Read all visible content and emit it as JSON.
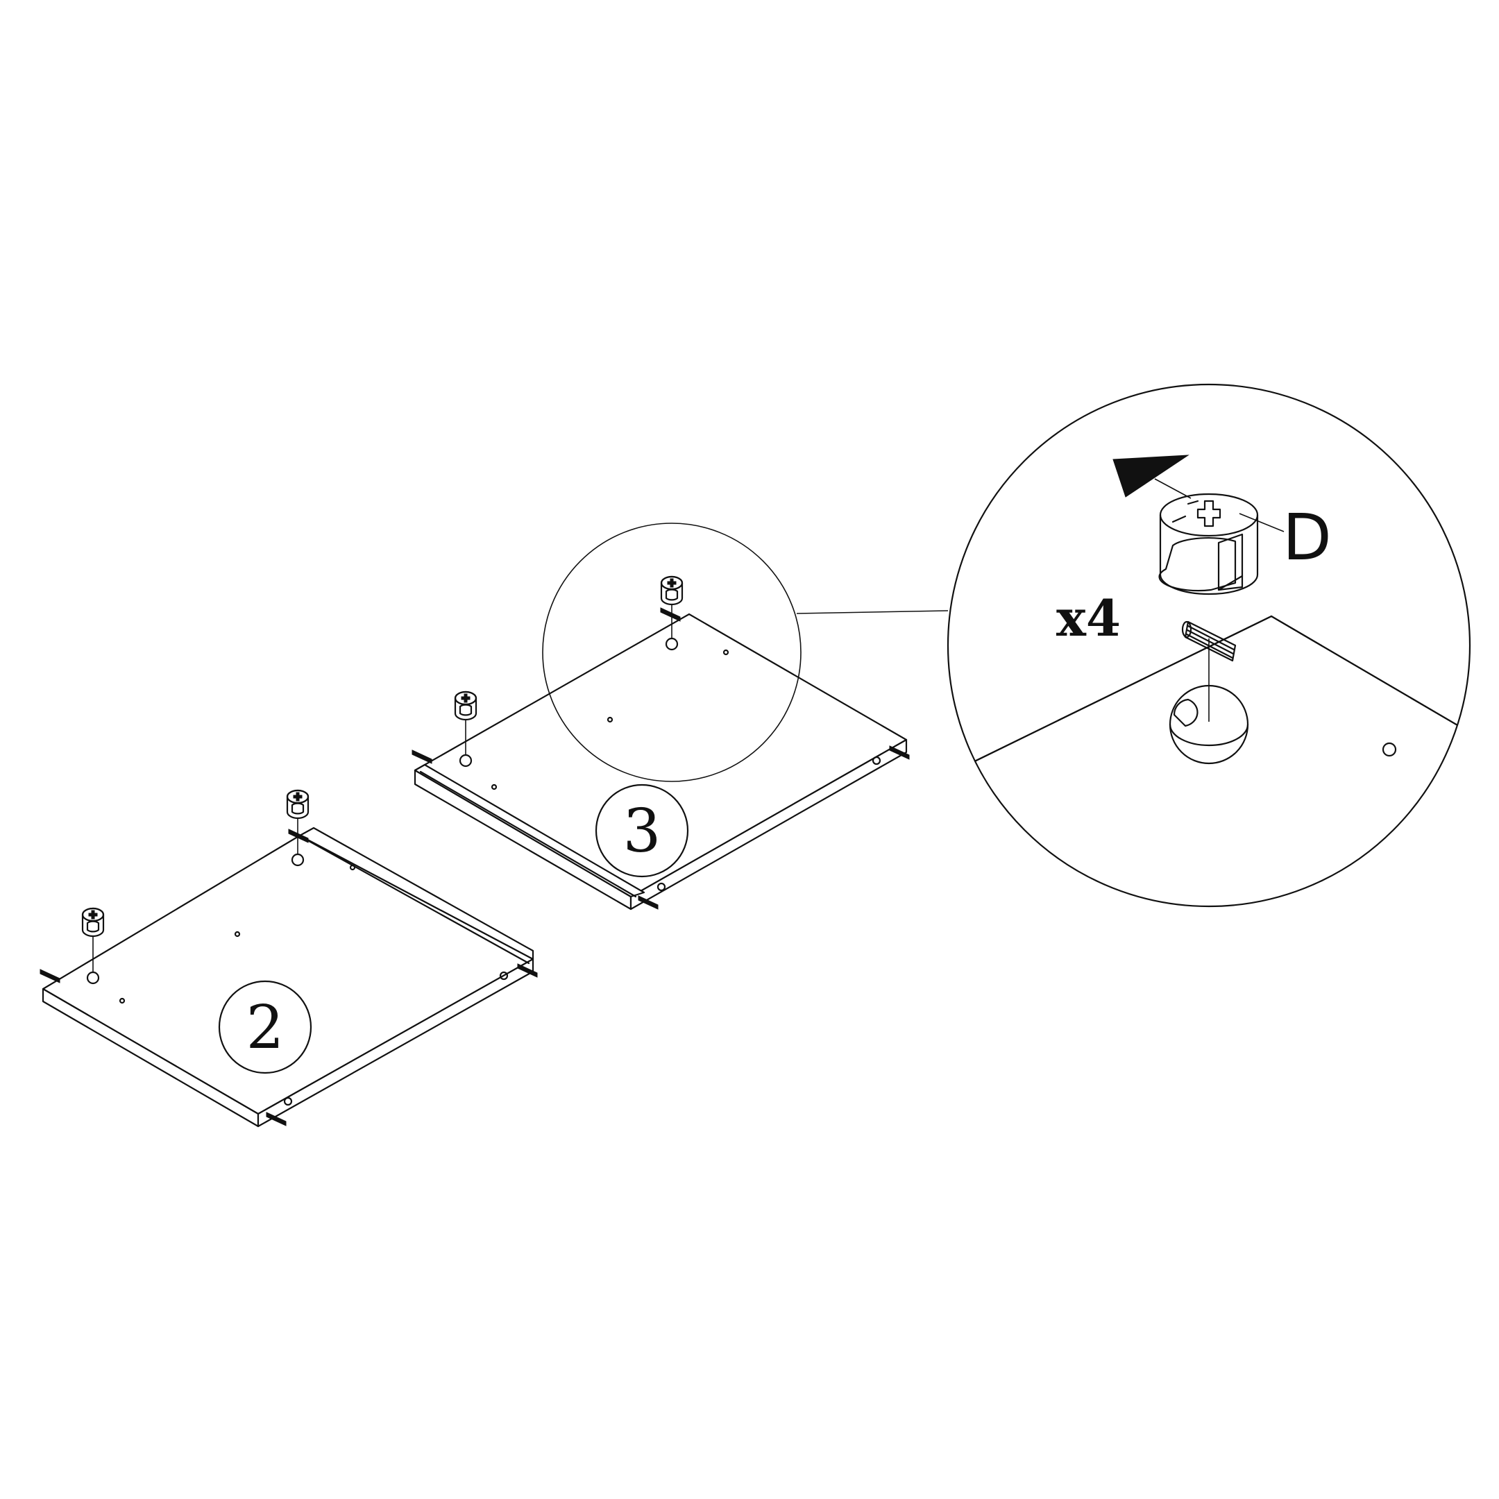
{
  "diagram": {
    "panels": [
      {
        "label": "2"
      },
      {
        "label": "3"
      }
    ],
    "detail": {
      "part_letter": "D",
      "quantity": "x4",
      "icons": [
        "cam-lock-icon",
        "dowel-icon",
        "rotate-arrow-icon",
        "magnifier-callout-icon"
      ]
    },
    "colors": {
      "line": "#111111",
      "background": "#ffffff"
    }
  }
}
